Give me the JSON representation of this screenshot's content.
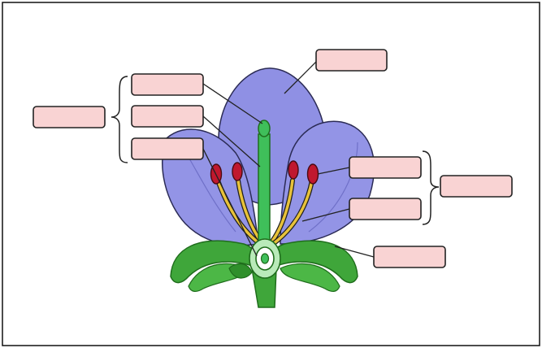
{
  "diagram": {
    "labels": [
      {
        "id": "petal",
        "text": ""
      },
      {
        "id": "stigma",
        "text": ""
      },
      {
        "id": "style",
        "text": ""
      },
      {
        "id": "ovary",
        "text": ""
      },
      {
        "id": "pistil",
        "text": ""
      },
      {
        "id": "anther",
        "text": ""
      },
      {
        "id": "filament",
        "text": ""
      },
      {
        "id": "stamen",
        "text": ""
      },
      {
        "id": "sepal",
        "text": ""
      }
    ]
  },
  "colors": {
    "label_fill": "#f9d3d3",
    "label_stroke": "#222222",
    "petal": "#8f90e4",
    "petal_dark": "#5f5fb0",
    "sepal": "#3fa63a",
    "sepal_dark": "#1f6d1c",
    "stamen_filament": "#e8c23a",
    "anther": "#c0182e",
    "pistil": "#3fbf5a"
  }
}
